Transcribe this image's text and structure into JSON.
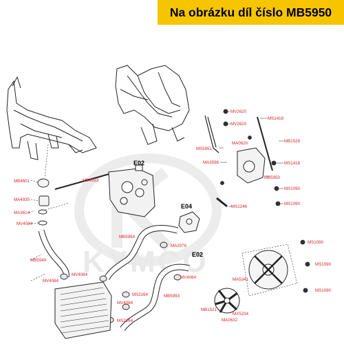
{
  "header": {
    "title": "Na obrázku díl číslo MB5950",
    "background": "#f6c500"
  },
  "watermark": {
    "text": "KYMCO"
  },
  "sections": [
    "E02",
    "E04",
    "E02"
  ],
  "labels": [
    "MV2620",
    "MV2620",
    "MS1418",
    "MB1529",
    "MA0620",
    "MS5951",
    "MA3596",
    "MS1418",
    "MB5950",
    "MS1090",
    "MS1090",
    "MS1246",
    "MB4933",
    "MB4601",
    "MA4935",
    "MA3614",
    "MV4084",
    "MB5994",
    "MA3078",
    "MB5949",
    "MV4084",
    "MV4084",
    "MV4084",
    "MS2264",
    "MV4084",
    "MB5993",
    "MS2264",
    "MS1090",
    "MS1090",
    "MA5341",
    "MS1090",
    "MB1521",
    "MX5234",
    "MA0632"
  ],
  "colors": {
    "label": "#d8232a",
    "line": "#222222"
  }
}
